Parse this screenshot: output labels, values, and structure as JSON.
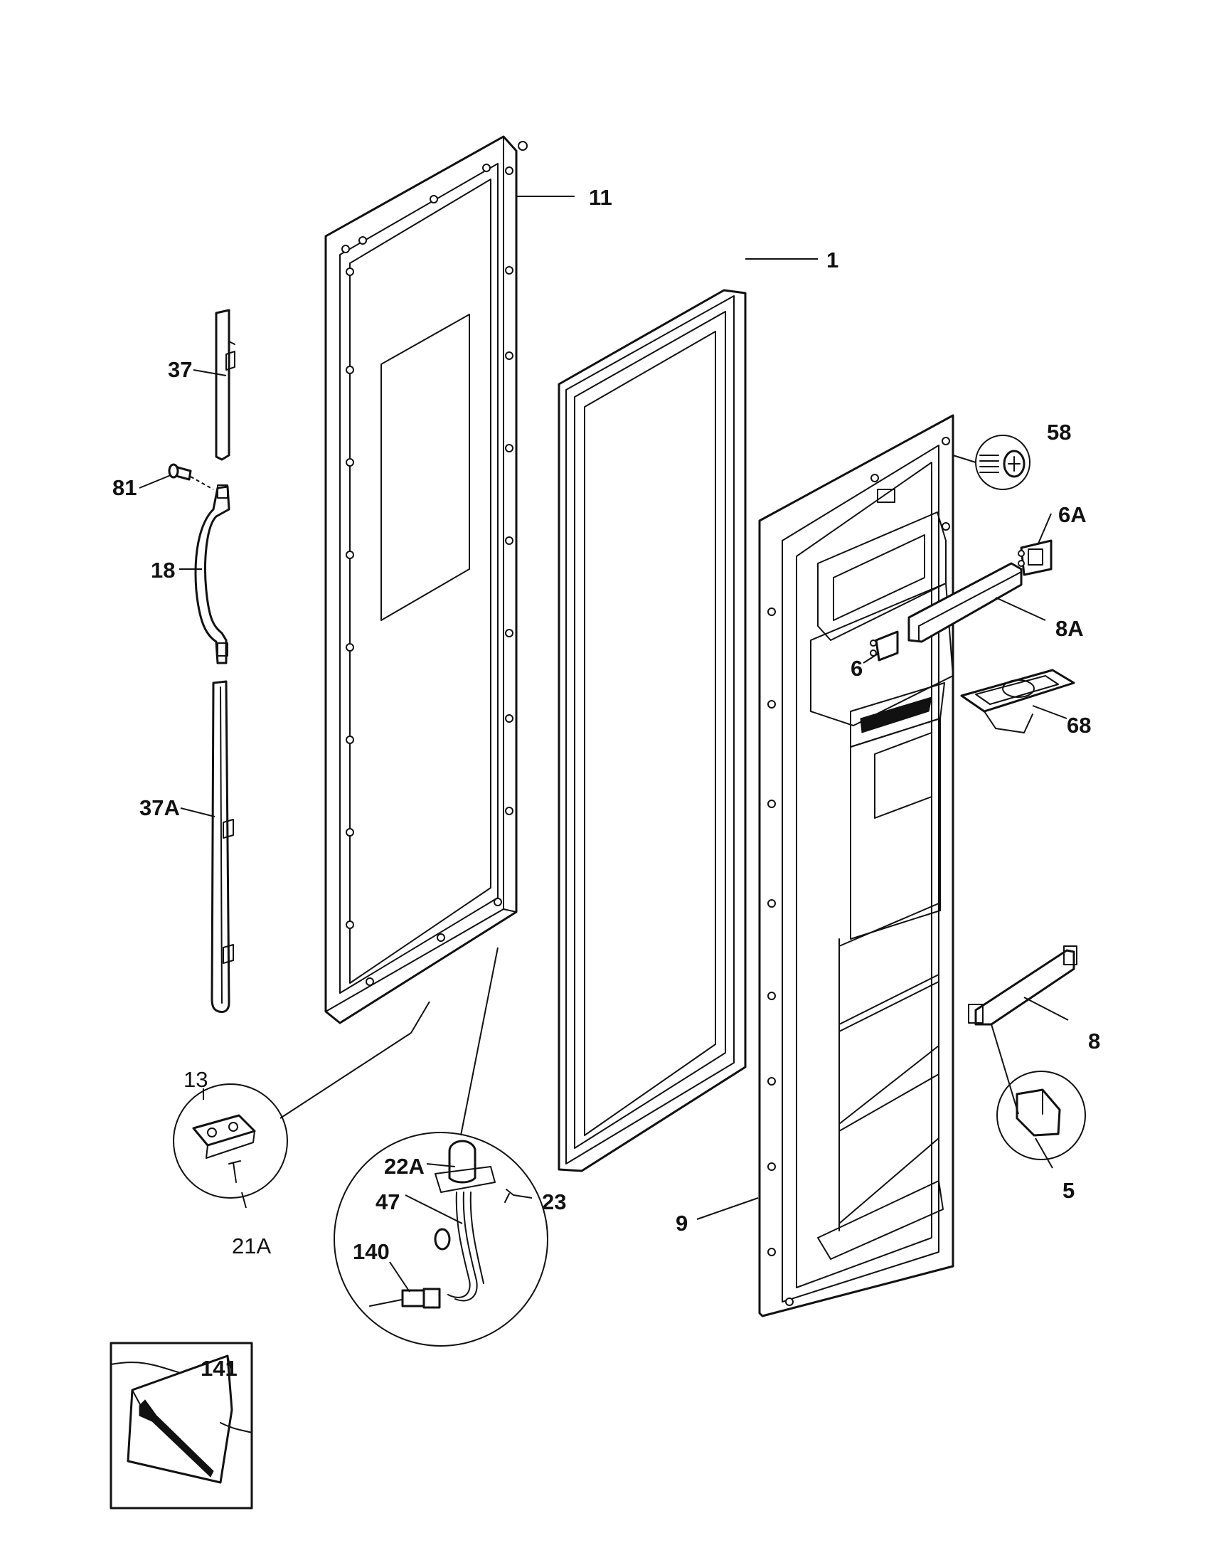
{
  "labels": {
    "p11": "11",
    "p1": "1",
    "p37": "37",
    "p81": "81",
    "p18": "18",
    "p37A": "37A",
    "p58": "58",
    "p6A": "6A",
    "p8A": "8A",
    "p6": "6",
    "p68": "68",
    "p8": "8",
    "p5": "5",
    "p13": "13",
    "p21A": "21A",
    "p22A": "22A",
    "p47": "47",
    "p23": "23",
    "p140": "140",
    "p9": "9",
    "p141": "141"
  },
  "colors": {
    "line": "#111111",
    "background": "#ffffff"
  }
}
